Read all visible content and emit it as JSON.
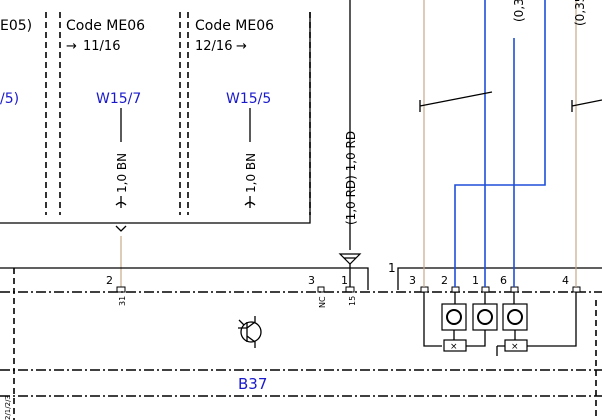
{
  "labels": {
    "code_e05": "E05)",
    "code_me06_a": "Code ME06",
    "code_me06_a_ref": "11/16",
    "code_me06_b": "Code ME06",
    "code_me06_b_ref": "12/16",
    "w15_left": "/5)",
    "w15_7": "W15/7",
    "w15_5": "W15/5",
    "wire_bn_a": "1,0 BN",
    "wire_bn_b": "1,0 BN",
    "wire_rd": "(1,0 RD) 1,0 RD",
    "wire_035_a": "(0,3",
    "wire_035_b": "(0,35",
    "pin_2": "2",
    "pin_3": "3",
    "pin_1": "1",
    "pin_31": "31",
    "pin_nc": "NC",
    "pin_15": "15",
    "conn_1": "1",
    "conn_3": "3",
    "conn_2": "2",
    "conn_1b": "1",
    "conn_6": "6",
    "conn_4": "4",
    "component": "B37",
    "side_text": "2/1/2/3"
  },
  "colors": {
    "blue_wire": "#1f4fd8",
    "tan_wire": "#c8a888",
    "label_blue": "#1a1acc"
  }
}
